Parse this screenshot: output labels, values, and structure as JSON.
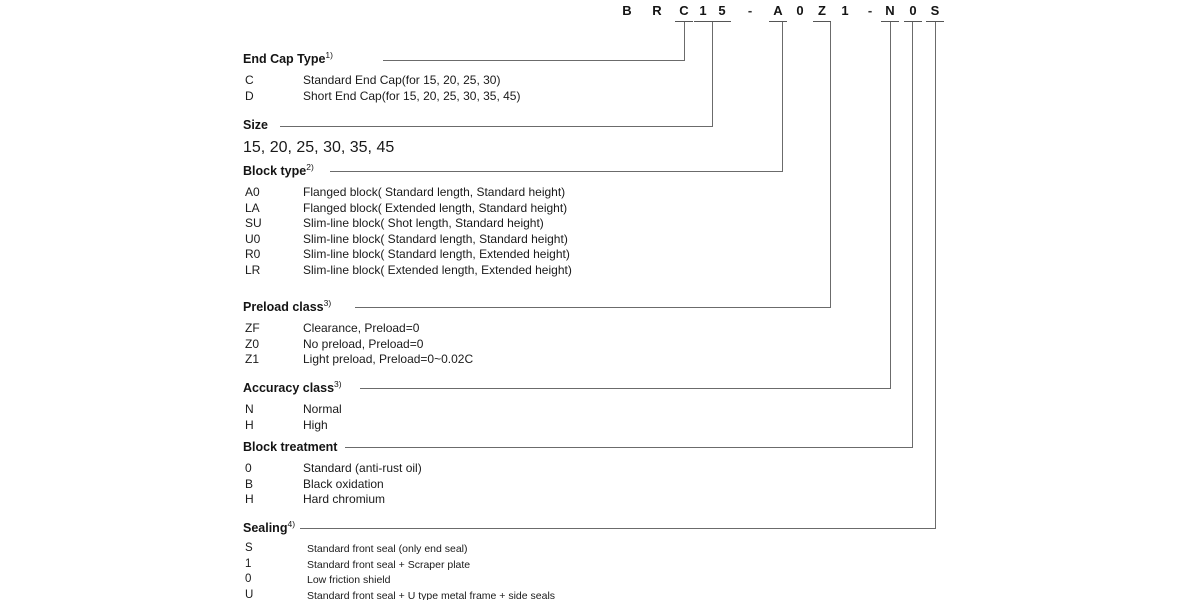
{
  "model_code": {
    "label": "model-code",
    "chars": [
      "B",
      "R",
      "C",
      "1",
      "5",
      "-",
      "A",
      "0",
      "Z",
      "1",
      "-",
      "N",
      "0",
      "S"
    ],
    "full": "BRC15-A0Z1-N0S"
  },
  "sections": [
    {
      "id": "end-cap-type",
      "title": "End Cap Type",
      "superscript": "1)",
      "rows": [
        {
          "code": "C",
          "desc": "Standard End Cap(for 15, 20, 25, 30)"
        },
        {
          "code": "D",
          "desc": "Short End Cap(for 15, 20, 25, 30, 35, 45)"
        }
      ]
    },
    {
      "id": "size",
      "title": "Size",
      "superscript": "",
      "value": "15, 20, 25, 30, 35, 45",
      "rows": []
    },
    {
      "id": "block-type",
      "title": "Block type",
      "superscript": "2)",
      "rows": [
        {
          "code": "A0",
          "desc": "Flanged block( Standard length, Standard height)"
        },
        {
          "code": "LA",
          "desc": "Flanged block( Extended length, Standard height)"
        },
        {
          "code": "SU",
          "desc": "Slim-line block( Shot length, Standard height)"
        },
        {
          "code": "U0",
          "desc": "Slim-line block( Standard length, Standard height)"
        },
        {
          "code": "R0",
          "desc": "Slim-line block( Standard length, Extended height)"
        },
        {
          "code": "LR",
          "desc": "Slim-line block( Extended length, Extended height)"
        }
      ]
    },
    {
      "id": "preload-class",
      "title": "Preload class",
      "superscript": "3)",
      "rows": [
        {
          "code": "ZF",
          "desc": "Clearance, Preload=0"
        },
        {
          "code": "Z0",
          "desc": "No preload, Preload=0"
        },
        {
          "code": "Z1",
          "desc": "Light preload, Preload=0~0.02C"
        }
      ]
    },
    {
      "id": "accuracy-class",
      "title": "Accuracy class",
      "superscript": "3)",
      "rows": [
        {
          "code": "N",
          "desc": "Normal"
        },
        {
          "code": "H",
          "desc": "High"
        }
      ]
    },
    {
      "id": "block-treatment",
      "title": "Block treatment",
      "superscript": "",
      "rows": [
        {
          "code": "0",
          "desc": "Standard (anti-rust oil)"
        },
        {
          "code": "B",
          "desc": "Black oxidation"
        },
        {
          "code": "H",
          "desc": "Hard chromium"
        }
      ]
    },
    {
      "id": "sealing",
      "title": "Sealing",
      "superscript": "4)",
      "rows": [
        {
          "code": "S",
          "desc": "Standard front seal (only end seal)"
        },
        {
          "code": "1",
          "desc": "Standard front seal + Scraper plate"
        },
        {
          "code": "0",
          "desc": "Low friction shield"
        },
        {
          "code": "U",
          "desc": "Standard front seal + U type metal frame + side seals"
        }
      ]
    }
  ],
  "colors": {
    "background": "#ffffff",
    "text": "#1a1a1a",
    "line": "#6b6b6b",
    "code_text": "#141414"
  }
}
